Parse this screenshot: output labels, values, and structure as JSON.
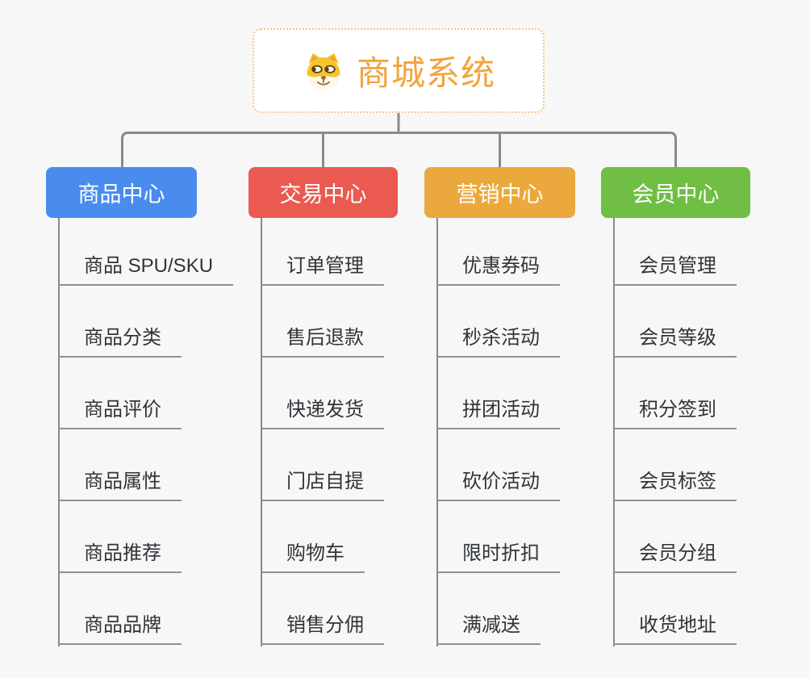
{
  "root": {
    "label": "商城系统",
    "icon": "doge-icon",
    "text_color": "#F2A43C",
    "border_color": "#F5C584",
    "background": "#FFFFFF"
  },
  "branches": [
    {
      "label": "商品中心",
      "color": "#4A8CEE",
      "items": [
        "商品 SPU/SKU",
        "商品分类",
        "商品评价",
        "商品属性",
        "商品推荐",
        "商品品牌"
      ]
    },
    {
      "label": "交易中心",
      "color": "#EA5A50",
      "items": [
        "订单管理",
        "售后退款",
        "快递发货",
        "门店自提",
        "购物车",
        "销售分佣"
      ]
    },
    {
      "label": "营销中心",
      "color": "#EBA93D",
      "items": [
        "优惠券码",
        "秒杀活动",
        "拼团活动",
        "砍价活动",
        "限时折扣",
        "满减送"
      ]
    },
    {
      "label": "会员中心",
      "color": "#70BE44",
      "items": [
        "会员管理",
        "会员等级",
        "积分签到",
        "会员标签",
        "会员分组",
        "收货地址"
      ]
    }
  ],
  "colors": {
    "background": "#F7F7F7",
    "connector": "#8A8A8A",
    "leaf_underline": "#909090",
    "leaf_text": "#303438"
  }
}
